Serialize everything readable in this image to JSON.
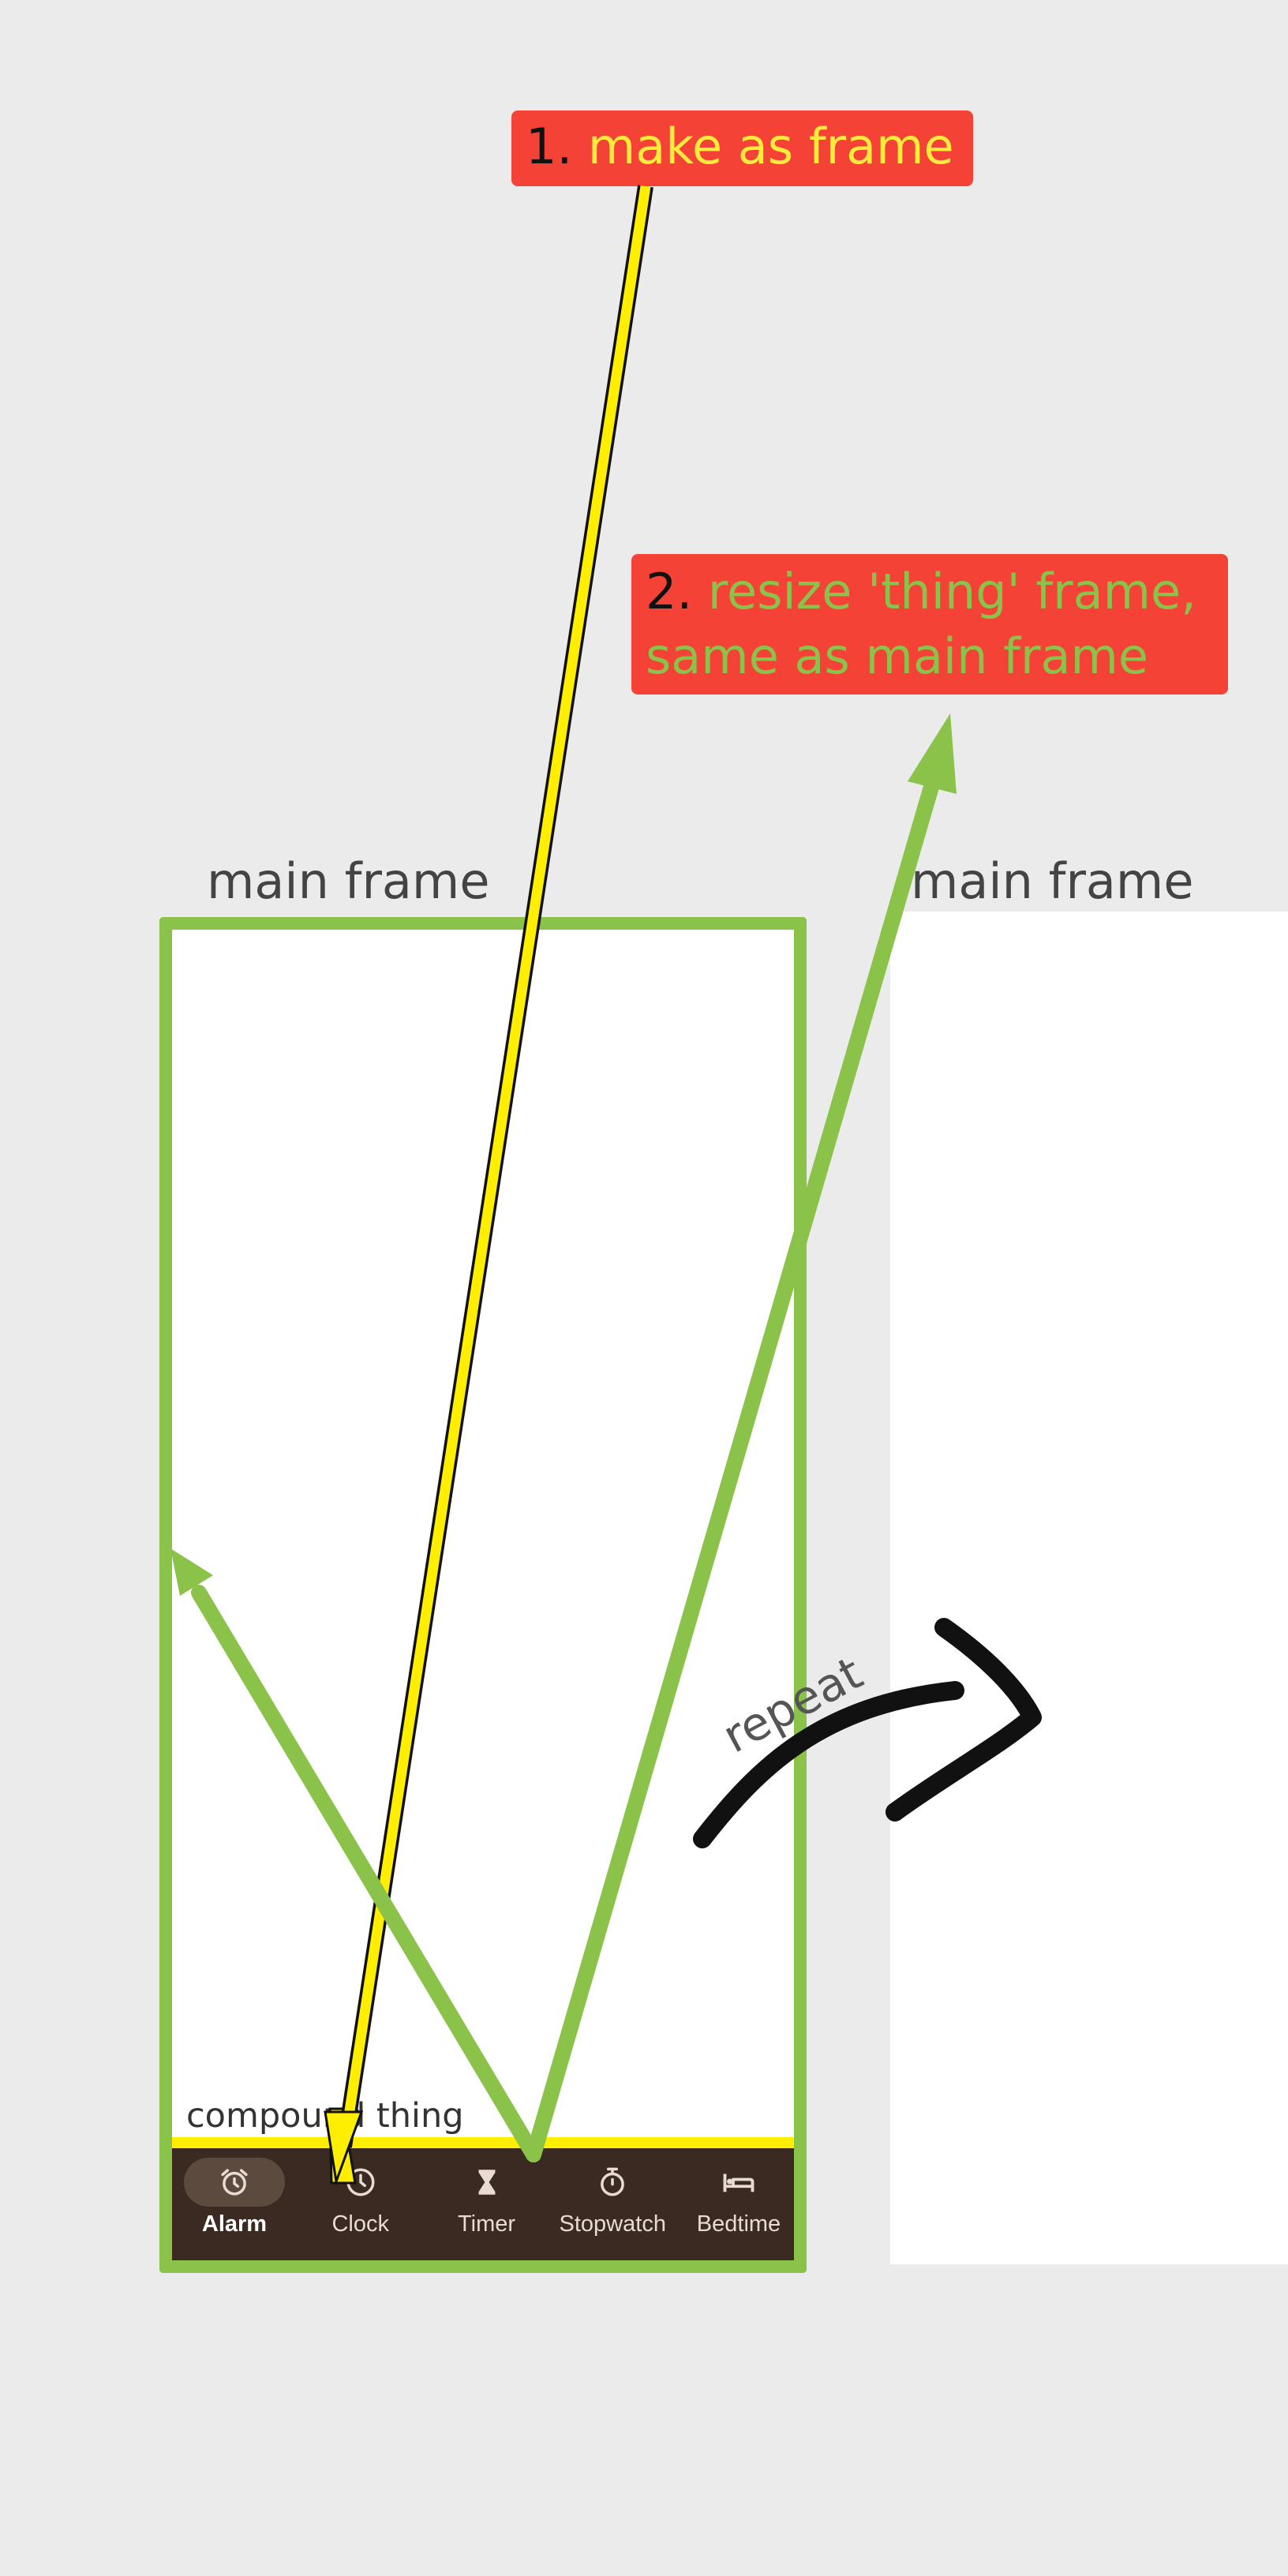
{
  "callouts": [
    {
      "number": "1.",
      "text": "make as frame"
    },
    {
      "number": "2.",
      "text_line1": "resize 'thing' frame,",
      "text_line2": "same as main frame"
    }
  ],
  "frames": {
    "left_label": "main frame",
    "right_label": "main frame"
  },
  "compound_label": "compound thing",
  "repeat_label": "repeat",
  "nav": {
    "items": [
      {
        "label": "Alarm",
        "icon": "alarm-icon",
        "active": true
      },
      {
        "label": "Clock",
        "icon": "clock-icon",
        "active": false
      },
      {
        "label": "Timer",
        "icon": "hourglass-icon",
        "active": false
      },
      {
        "label": "Stopwatch",
        "icon": "stopwatch-icon",
        "active": false
      },
      {
        "label": "Bedtime",
        "icon": "bed-icon",
        "active": false
      }
    ]
  },
  "colors": {
    "background": "#ebebeb",
    "callout": "#f44336",
    "callout_1_text": "#ffeb3b",
    "callout_2_text": "#8bc34a",
    "frame_border": "#8bc34a",
    "nav_bg": "#3a2a22",
    "nav_top_border": "#ffee00",
    "arrow_yellow": "#ffee00",
    "arrow_green": "#8bc34a"
  }
}
